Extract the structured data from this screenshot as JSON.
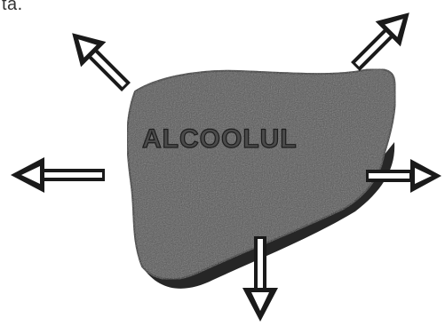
{
  "top_text": "ta.",
  "liver": {
    "label": "ALCOOLUL"
  },
  "arrows": [
    "up-left",
    "up-right",
    "left",
    "right",
    "down"
  ],
  "colors": {
    "liver_fill": "#555555",
    "liver_shadow": "#262626",
    "arrow_outline": "#1a1a1a",
    "arrow_fill": "#ffffff"
  }
}
